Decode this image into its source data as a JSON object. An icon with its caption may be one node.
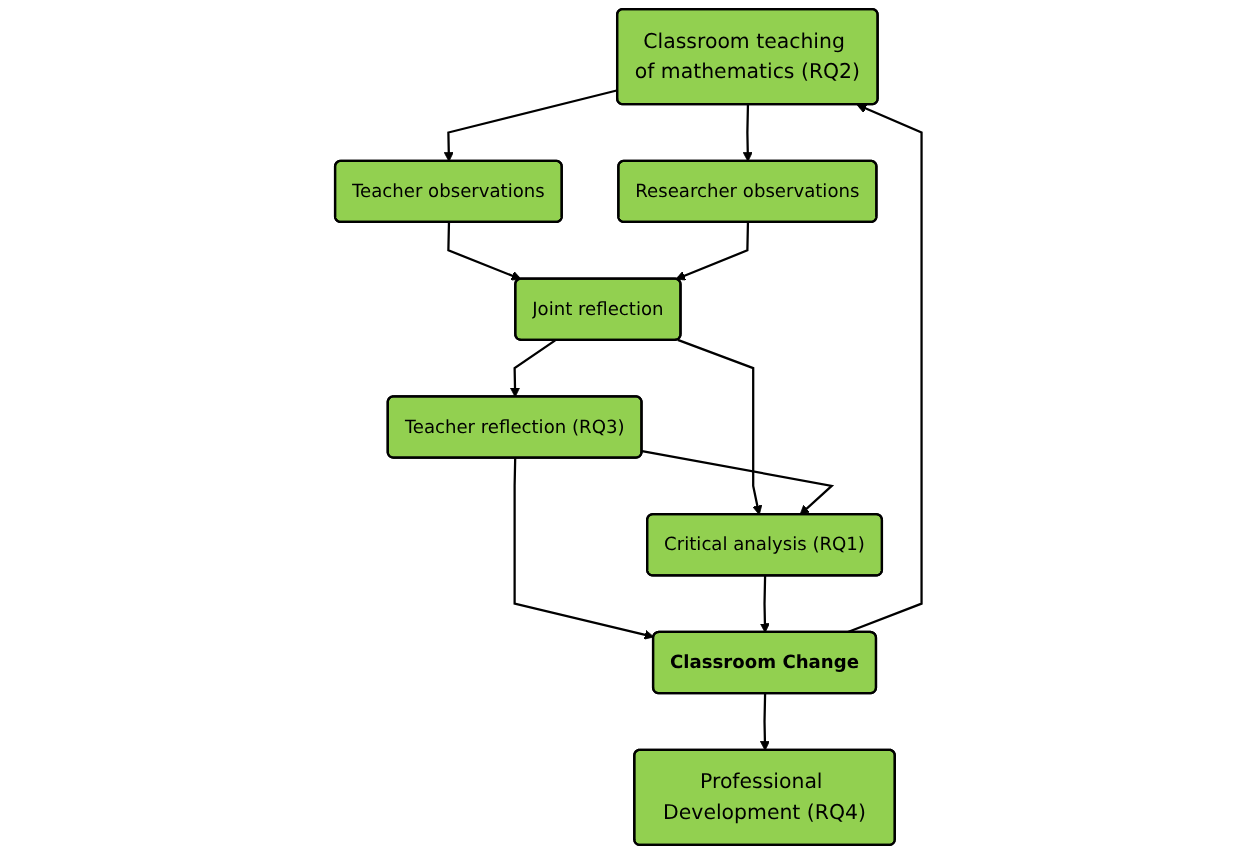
{
  "diagram": {
    "nodes": [
      {
        "text": [
          "Classroom teaching of mathematics (RQ2)"
        ]
      },
      {
        "text": [
          "Teacher observations"
        ]
      },
      {
        "text": [
          "Researcher observations"
        ]
      },
      {
        "text": [
          "Joint reflection"
        ]
      },
      {
        "text": [
          "Teacher reflection (RQ3)"
        ]
      },
      {
        "text": [
          "Critical analysis (RQ1)"
        ]
      },
      {
        "text": [
          "Classroom Change"
        ]
      },
      {
        "text": [
          "Professional Development (RQ4)"
        ]
      }
    ],
    "edges": [
      {
        "from": 0,
        "to": 1,
        "arrow": "to"
      },
      {
        "from": 0,
        "to": 2,
        "arrow": "to"
      },
      {
        "from": 1,
        "to": 3,
        "arrow": "to"
      },
      {
        "from": 2,
        "to": 3,
        "arrow": "to"
      },
      {
        "from": 3,
        "to": 4,
        "arrow": "to"
      },
      {
        "from": 3,
        "to": 5,
        "arrow": "to"
      },
      {
        "from": 4,
        "to": 5,
        "arrow": "to"
      },
      {
        "from": 4,
        "to": 6,
        "arrow": "to"
      },
      {
        "from": 5,
        "to": 6,
        "arrow": "to"
      },
      {
        "from": 6,
        "to": 0,
        "arrow": "to"
      },
      {
        "from": 6,
        "to": 7,
        "arrow": "to"
      }
    ]
  }
}
